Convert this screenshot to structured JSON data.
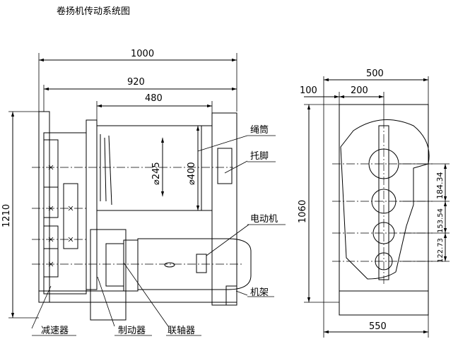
{
  "title": "卷扬机传动系统图",
  "front_view": {
    "dims": {
      "overall_width": "1000",
      "width_920": "920",
      "drum_length": "480",
      "height": "1210",
      "drum_dia_inner": "⌀245",
      "drum_dia_outer": "⌀400"
    },
    "labels": {
      "rope_drum": "绳筒",
      "support_foot": "托脚",
      "motor": "电动机",
      "frame": "机架",
      "reducer": "减速器",
      "brake": "制动器",
      "coupling": "联轴器"
    }
  },
  "side_view": {
    "dims": {
      "width_500": "500",
      "width_200": "200",
      "width_100": "100",
      "height_1060": "1060",
      "bottom_550": "550",
      "spacing_184_34": "184.34",
      "spacing_153_54": "153.54",
      "spacing_122_73": "122.73"
    }
  }
}
